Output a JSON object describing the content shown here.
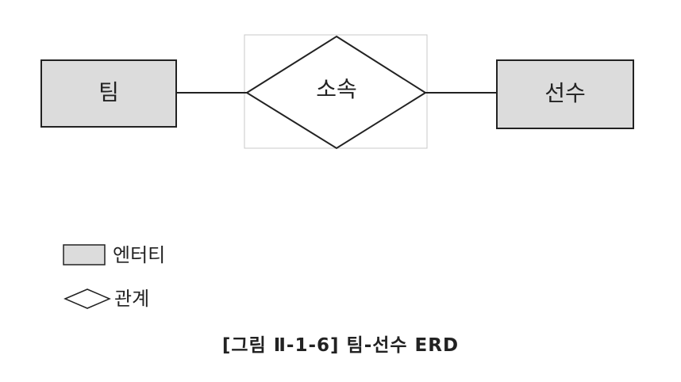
{
  "diagram": {
    "entities": [
      {
        "id": "team",
        "label": "팀"
      },
      {
        "id": "player",
        "label": "선수"
      }
    ],
    "relationship": {
      "label": "소속"
    },
    "colors": {
      "entity_fill": "#dcdcdc",
      "stroke": "#222222",
      "relation_box": "#c8c8c8"
    }
  },
  "legend": {
    "entity_label": "엔터티",
    "relationship_label": "관계"
  },
  "caption": "[그림 Ⅱ-1-6] 팀-선수 ERD"
}
